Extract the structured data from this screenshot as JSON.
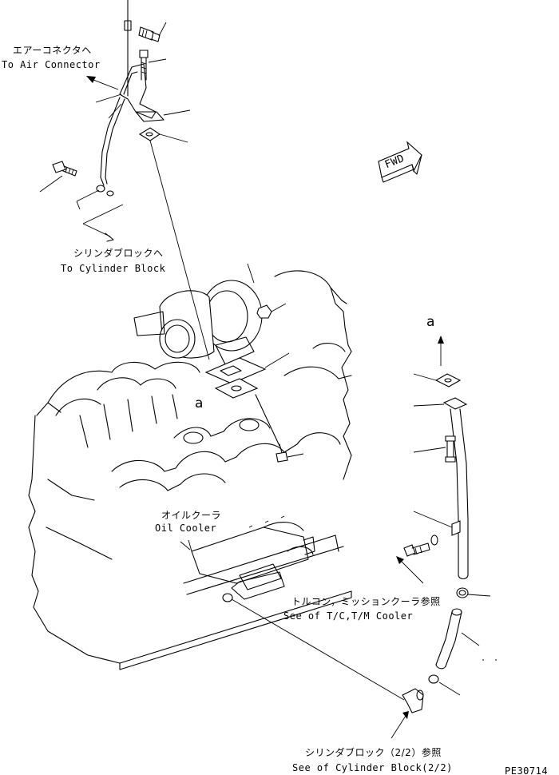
{
  "labels": {
    "air_connector_jp": "エアーコネクタへ",
    "air_connector_en": "To Air Connector",
    "cylinder_block_jp": "シリンダブロックへ",
    "cylinder_block_en": "To Cylinder Block",
    "oil_cooler_jp": "オイルクーラ",
    "oil_cooler_en": "Oil Cooler",
    "tc_tm_cooler_jp": "トルコン，ミッションクーラ参照",
    "tc_tm_cooler_en": "See of T/C,T/M Cooler",
    "cyl_block_ref_jp": "シリンダブロック（2/2）参照",
    "cyl_block_ref_en": "See of Cylinder Block(2/2)",
    "ref_a_engine": "a",
    "ref_a_pipe": "a",
    "fwd": "FWD",
    "drawing_code": "PE30714"
  }
}
